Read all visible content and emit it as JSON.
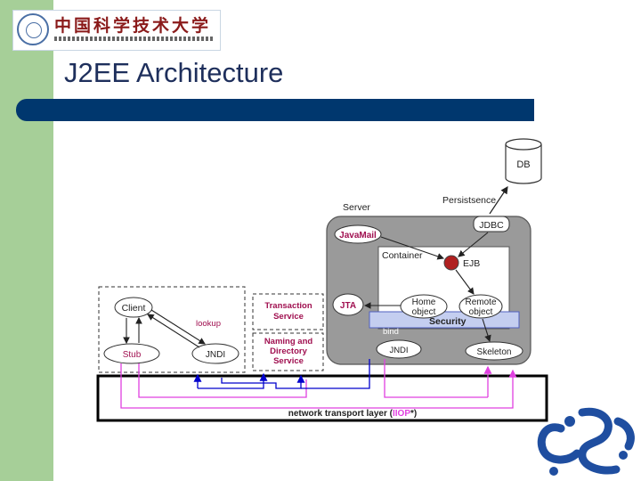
{
  "slide": {
    "title": "J2EE Architecture",
    "logo_cn": "中国科学技术大学"
  },
  "diagram": {
    "db": "DB",
    "persistence": "Persistsence",
    "jdbc": "JDBC",
    "server": "Server",
    "javamail": "JavaMail",
    "container": "Container",
    "ejb": "EJB",
    "jta": "JTA",
    "home_line1": "Home",
    "home_line2": "object",
    "remote_line1": "Remote",
    "remote_line2": "object",
    "security": "Security",
    "bind": "bind",
    "jndi_server": "JNDI",
    "skeleton": "Skeleton",
    "client": "Client",
    "lookup": "lookup",
    "stub": "Stub",
    "jndi_client": "JNDI",
    "transaction_line1": "Transaction",
    "transaction_line2": "Service",
    "naming_line1": "Naming and",
    "naming_line2": "Directory",
    "naming_line3": "Service",
    "network_prefix": "network transport layer (",
    "network_iiop": "IIOP",
    "network_suffix": "*)"
  },
  "colors": {
    "sidebar": "#a6cf98",
    "title_bar": "#00376e",
    "server_gray": "#9a9a9a",
    "security_band": "#c4cef0",
    "magenta_link": "#e040e0",
    "blue_link": "#0000cc",
    "dragon": "#1f4ea0"
  }
}
